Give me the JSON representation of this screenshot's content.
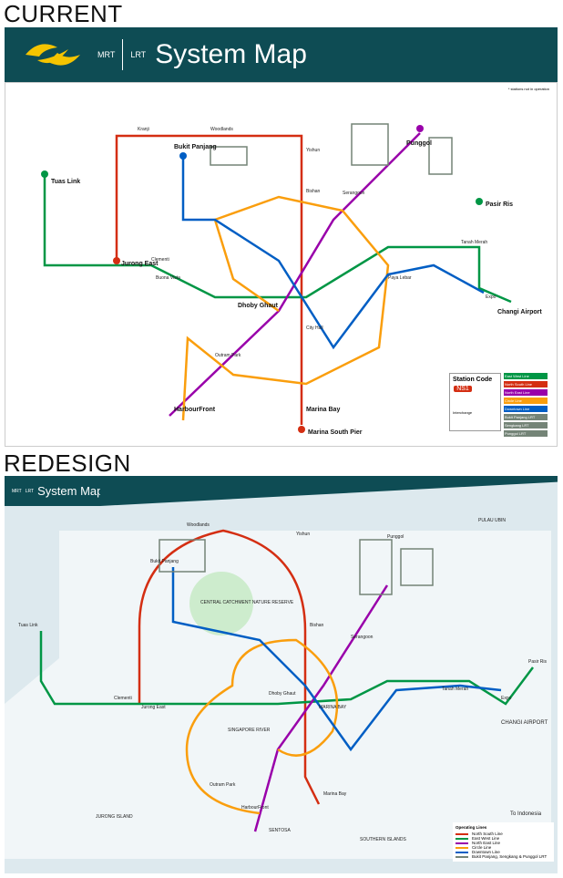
{
  "current": {
    "caption": "CURRENT",
    "header": {
      "mrt": "MRT",
      "lrt": "LRT",
      "title": "System Map"
    },
    "note": "* stations not in operation",
    "stations": [
      "Jurong East",
      "Tuas Link",
      "Pasir Ris",
      "Changi Airport",
      "Punggol",
      "Bukit Panjang",
      "Dhoby Ghaut",
      "HarbourFront",
      "Marina Bay",
      "Marina South Pier",
      "Kranji",
      "Woodlands",
      "Yishun",
      "Bishan",
      "Serangoon",
      "Tanah Merah",
      "Expo",
      "Clementi",
      "Buona Vista",
      "Outram Park",
      "City Hall",
      "Paya Lebar"
    ],
    "station_code": {
      "title": "Station Code",
      "sample": "NS1"
    },
    "legend": [
      "East West Line",
      "North South Line",
      "North East Line",
      "Circle Line",
      "Downtown Line",
      "Bukit Panjang LRT",
      "Sengkang LRT",
      "Punggol LRT"
    ],
    "interchange": "Interchange"
  },
  "redesign": {
    "caption": "REDESIGN",
    "header": {
      "mrt": "MRT",
      "lrt": "LRT",
      "title": "System Map"
    },
    "areas": [
      "CENTRAL CATCHMENT NATURE RESERVE",
      "SINGAPORE RIVER",
      "MARINA BAY",
      "JURONG ISLAND",
      "SENTOSA",
      "PULAU UBIN",
      "CHANGI AIRPORT",
      "SOUTHERN ISLANDS"
    ],
    "stations": [
      "Jurong East",
      "Tuas Link",
      "Pasir Ris",
      "Punggol",
      "Bukit Panjang",
      "Dhoby Ghaut",
      "HarbourFront",
      "Marina Bay",
      "Woodlands",
      "Yishun",
      "Bishan",
      "Serangoon",
      "Tanah Merah",
      "Expo",
      "Clementi",
      "Outram Park"
    ],
    "legend_title": "Operating Lines",
    "legend": [
      "North South Line",
      "East West Line",
      "North East Line",
      "Circle Line",
      "Downtown Line",
      "Bukit Panjang, Sengkang & Punggol LRT"
    ],
    "to_indonesia": "To Indonesia"
  },
  "colors": {
    "nsl": "#d42e12",
    "ewl": "#009645",
    "nel": "#9900aa",
    "ccl": "#fa9e0d",
    "dtl": "#005ec4",
    "lrt": "#748477",
    "header": "#0e4c54"
  }
}
